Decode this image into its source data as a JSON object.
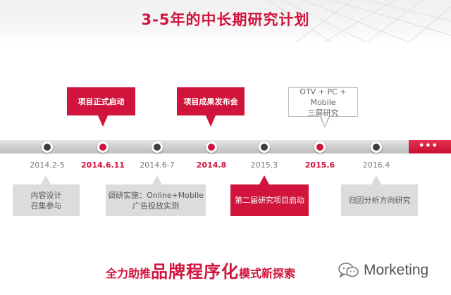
{
  "title": "3-5年的中长期研究计划",
  "timeline": {
    "more_indicator": "•••",
    "milestones": [
      {
        "date": "2014.2-5",
        "highlight": false
      },
      {
        "date": "2014.6.11",
        "highlight": true
      },
      {
        "date": "2014.6-7",
        "highlight": false
      },
      {
        "date": "2014.8",
        "highlight": true
      },
      {
        "date": "2015.3",
        "highlight": false
      },
      {
        "date": "2015.6",
        "highlight": true
      },
      {
        "date": "2016.4",
        "highlight": false
      }
    ]
  },
  "callouts_top": [
    {
      "text": "项目正式启动",
      "style": "red"
    },
    {
      "text": "项目成果发布会",
      "style": "red"
    },
    {
      "line1": "OTV + PC + Mobile",
      "line2": "三屏研究",
      "style": "outline"
    }
  ],
  "callouts_bottom": [
    {
      "line1": "内容设计",
      "line2": "召集参与",
      "style": "gray"
    },
    {
      "line1": "调研实施：Online+Mobile",
      "line2": "广告投放实测",
      "style": "gray"
    },
    {
      "text": "第二届研究项目启动",
      "style": "red"
    },
    {
      "text": "归因分析方向研究",
      "style": "gray"
    }
  ],
  "slogan": {
    "part1": "全力助推",
    "part2": "品牌程序化",
    "part3": "模式新探索"
  },
  "brand": {
    "name": "Morketing",
    "icon": "wechat-icon"
  },
  "colors": {
    "accent": "#d0143c",
    "gray_box": "#dcdcdc",
    "timeline": "#cfcfcf"
  }
}
